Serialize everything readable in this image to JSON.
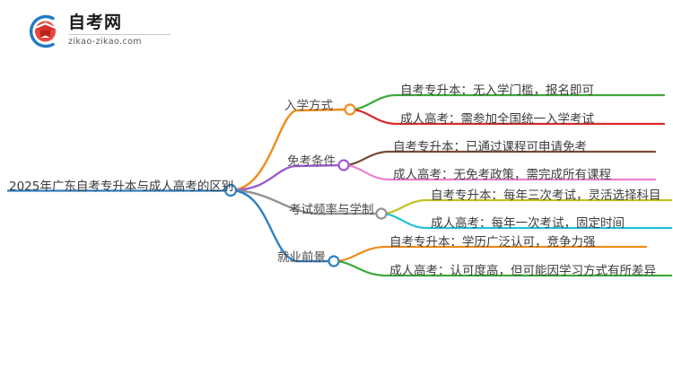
{
  "brand": {
    "name": "自考网",
    "url": "zikao-zikao.com",
    "mark_icon": "graduation-book-logo-icon",
    "arc_color": "#1f7ac4",
    "book_color": "#d6302c"
  },
  "mindmap": {
    "root": {
      "label": "2025年广东自考专升本与成人高考的区别",
      "color": "#2f7fc1"
    },
    "branches": [
      {
        "label": "入学方式",
        "color": "#ef8c1c",
        "children": [
          {
            "label": "自考专升本：无入学门槛，报名即可",
            "color": "#3fa93b"
          },
          {
            "label": "成人高考：需参加全国统一入学考试",
            "color": "#d92b2b"
          }
        ]
      },
      {
        "label": "免考条件",
        "color": "#9b59d0",
        "children": [
          {
            "label": "自考专升本：已通过课程可申请免考",
            "color": "#7b4a36"
          },
          {
            "label": "成人高考：无免考政策，需完成所有课程",
            "color": "#ef7fd0"
          }
        ]
      },
      {
        "label": "考试频率与学制",
        "color": "#949494",
        "children": [
          {
            "label": "自考专升本：每年三次考试，灵活选择科目",
            "color": "#c2c222"
          },
          {
            "label": "成人高考：每年一次考试，固定时间",
            "color": "#22c2d8"
          }
        ]
      },
      {
        "label": "就业前景",
        "color": "#2f7fc1",
        "children": [
          {
            "label": "自考专升本：学历广泛认可，竞争力强",
            "color": "#ef8c1c"
          },
          {
            "label": "成人高考：认可度高，但可能因学习方式有所差异",
            "color": "#3fa93b"
          }
        ]
      }
    ]
  }
}
